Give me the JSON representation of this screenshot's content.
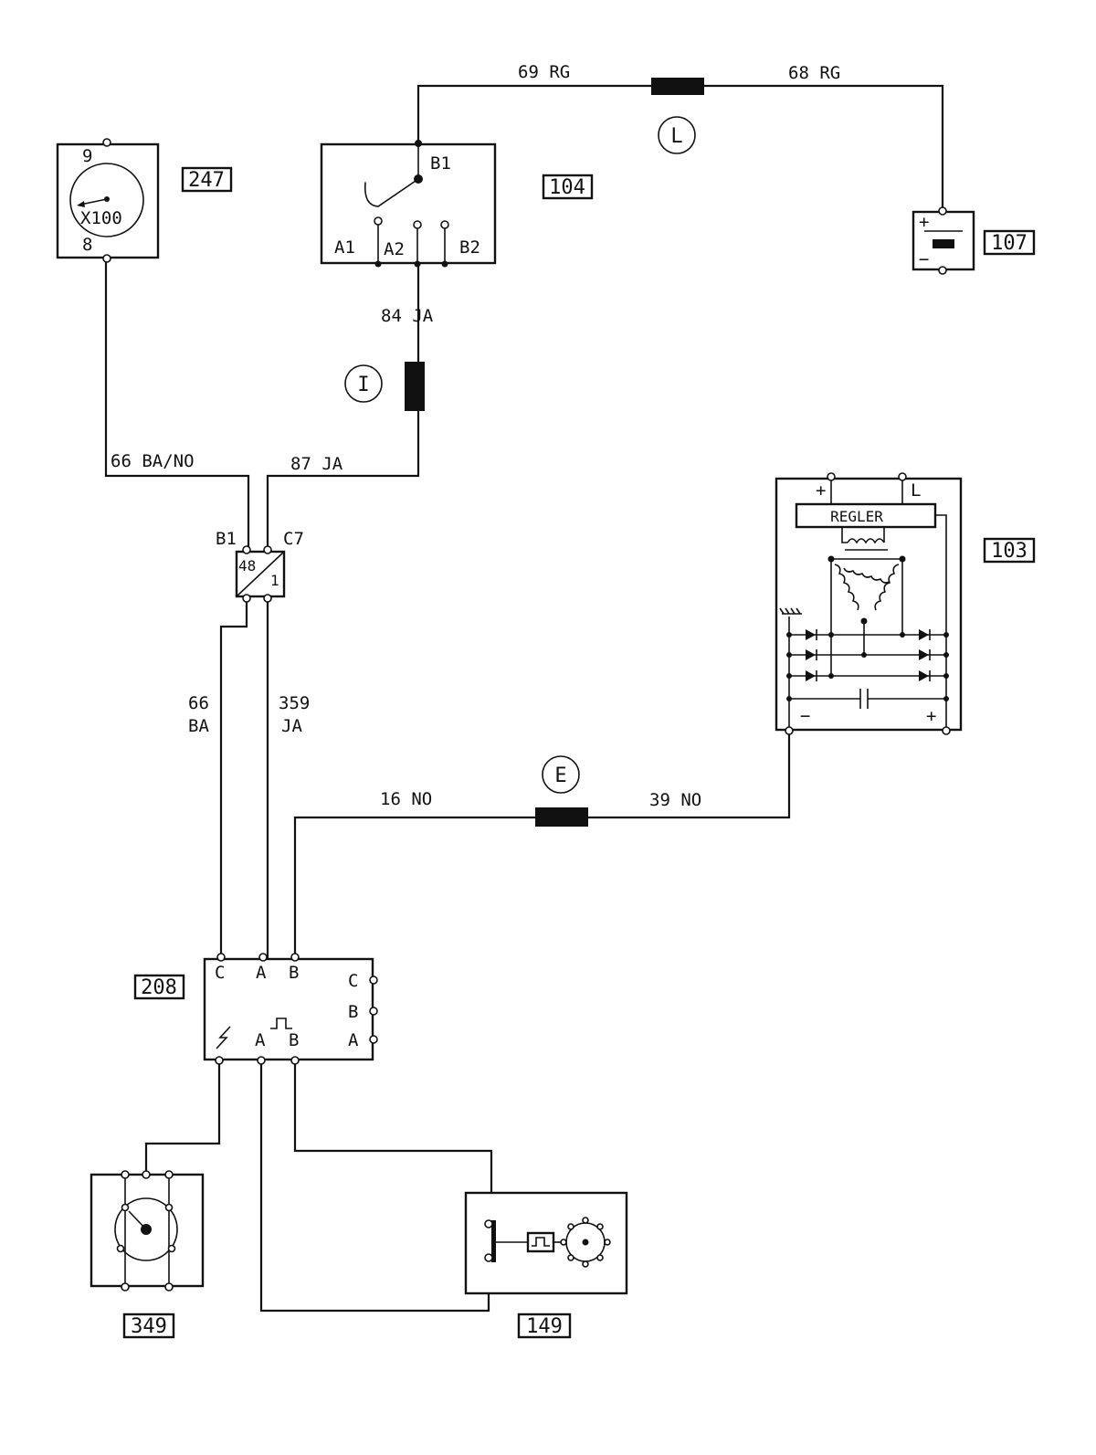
{
  "components": {
    "c247": {
      "id": "247",
      "pin_top": "9",
      "pin_bottom": "8",
      "dial": "X100"
    },
    "c104": {
      "id": "104",
      "pin_b1": "B1",
      "pin_a1": "A1",
      "pin_a2": "A2",
      "pin_b2": "B2"
    },
    "c107": {
      "id": "107",
      "plus": "+",
      "minus": "−"
    },
    "c103": {
      "id": "103",
      "plus_top": "+",
      "l_top": "L",
      "regulator": "REGLER",
      "minus_bottom": "−",
      "plus_bottom": "+"
    },
    "c208": {
      "id": "208",
      "top_c": "C",
      "top_a": "A",
      "top_b": "B",
      "right_c": "C",
      "right_b": "B",
      "right_a": "A",
      "bottom_a": "A",
      "bottom_b": "B"
    },
    "c349": {
      "id": "349"
    },
    "c149": {
      "id": "149"
    }
  },
  "connector": {
    "left_pin": "B1",
    "right_pin": "C7",
    "left_num": "48",
    "right_num": "1"
  },
  "wires": {
    "w69": "69 RG",
    "w68": "68 RG",
    "w84": "84  JA",
    "w66_top": "66 BA/NO",
    "w87": "87 JA",
    "w66_num": "66",
    "w66_col": "BA",
    "w359_num": "359",
    "w359_col": "JA",
    "w16": "16 NO",
    "w39": "39 NO"
  },
  "splices": {
    "l": "L",
    "i": "I",
    "e": "E"
  }
}
